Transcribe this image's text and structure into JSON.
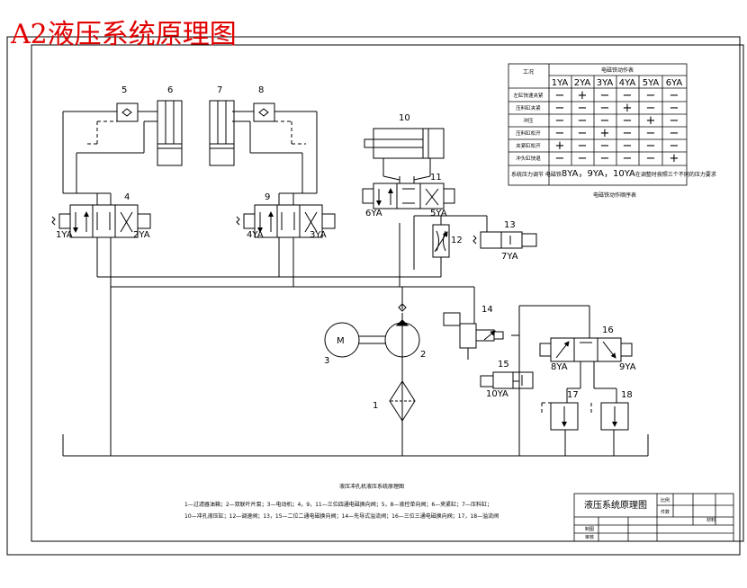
{
  "sheet": {
    "title": "A2液压系统原理图",
    "title_color": "#e00000"
  },
  "components": [
    {
      "id": "1",
      "label": "1"
    },
    {
      "id": "2",
      "label": "2"
    },
    {
      "id": "3",
      "label": "3"
    },
    {
      "id": "4",
      "label": "4"
    },
    {
      "id": "5",
      "label": "5"
    },
    {
      "id": "6",
      "label": "6"
    },
    {
      "id": "7",
      "label": "7"
    },
    {
      "id": "8",
      "label": "8"
    },
    {
      "id": "9",
      "label": "9"
    },
    {
      "id": "10",
      "label": "10"
    },
    {
      "id": "11",
      "label": "11"
    },
    {
      "id": "12",
      "label": "12"
    },
    {
      "id": "13",
      "label": "13"
    },
    {
      "id": "14",
      "label": "14"
    },
    {
      "id": "15",
      "label": "15"
    },
    {
      "id": "16",
      "label": "16"
    },
    {
      "id": "17",
      "label": "17"
    },
    {
      "id": "18",
      "label": "18"
    }
  ],
  "solenoids": [
    "1YA",
    "2YA",
    "4YA",
    "3YA",
    "6YA",
    "5YA",
    "7YA",
    "8YA",
    "9YA",
    "10YA"
  ],
  "motor_label": "M",
  "action_table": {
    "title": "电磁铁动作表",
    "corner": "工况",
    "columns": [
      "1YA",
      "2YA",
      "3YA",
      "4YA",
      "5YA",
      "6YA"
    ],
    "rows": [
      {
        "name": "左缸快速夹紧",
        "cells": [
          "−",
          "+",
          "−",
          "−",
          "−",
          "−"
        ]
      },
      {
        "name": "压料缸夹紧",
        "cells": [
          "−",
          "−",
          "−",
          "+",
          "−",
          "−"
        ]
      },
      {
        "name": "冲压",
        "cells": [
          "−",
          "−",
          "−",
          "−",
          "+",
          "−"
        ]
      },
      {
        "name": "压料缸松开",
        "cells": [
          "−",
          "−",
          "+",
          "−",
          "−",
          "−"
        ]
      },
      {
        "name": "夹紧缸松开",
        "cells": [
          "+",
          "−",
          "−",
          "−",
          "−",
          "−"
        ]
      },
      {
        "name": "冲头缸快退",
        "cells": [
          "−",
          "−",
          "−",
          "−",
          "−",
          "+"
        ]
      }
    ],
    "note_prefix": "系统压力调节 电磁铁",
    "note_magnets": "8YA，9YA，10YA",
    "note_suffix": "在调整时按照三个不同的压力要求",
    "caption": "电磁铁动作顺序表"
  },
  "drawing_caption": "液压冲孔机液压系统原理图",
  "legend": {
    "line1": "1—过滤器油箱；2—双联叶片泵；3—电动机；4，9，11—三位四通电磁换向阀；5，8—液控单向阀；6—夹紧缸；7—压料缸；",
    "line2": "10—冲孔液压缸；12—调速阀；13，15—二位二通电磁换向阀；14—先导式溢流阀；16—三位三通电磁换向阀；17，18—溢流阀"
  },
  "title_block": {
    "name": "液压系统原理图",
    "field_a": "比例",
    "field_b": "件数",
    "field_c": "制图",
    "field_d": "审核",
    "field_e": "材料"
  }
}
